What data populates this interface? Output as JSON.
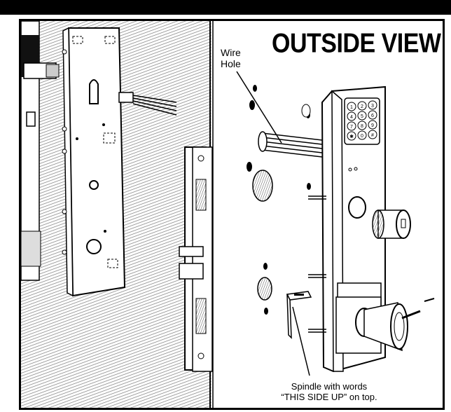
{
  "title": "OUTSIDE VIEW",
  "callouts": {
    "wire_hole": {
      "line1": "Wire",
      "line2": "Hole"
    },
    "spindle": {
      "line1": "Spindle with words",
      "line2": "“THIS SIDE UP” on top."
    }
  },
  "keypad_keys": [
    "1",
    "2",
    "3",
    "4",
    "5",
    "6",
    "7",
    "8",
    "9",
    "✱",
    "0",
    "#"
  ],
  "colors": {
    "ink": "#000000",
    "paper": "#ffffff",
    "hatch": "#8a8a8a"
  }
}
